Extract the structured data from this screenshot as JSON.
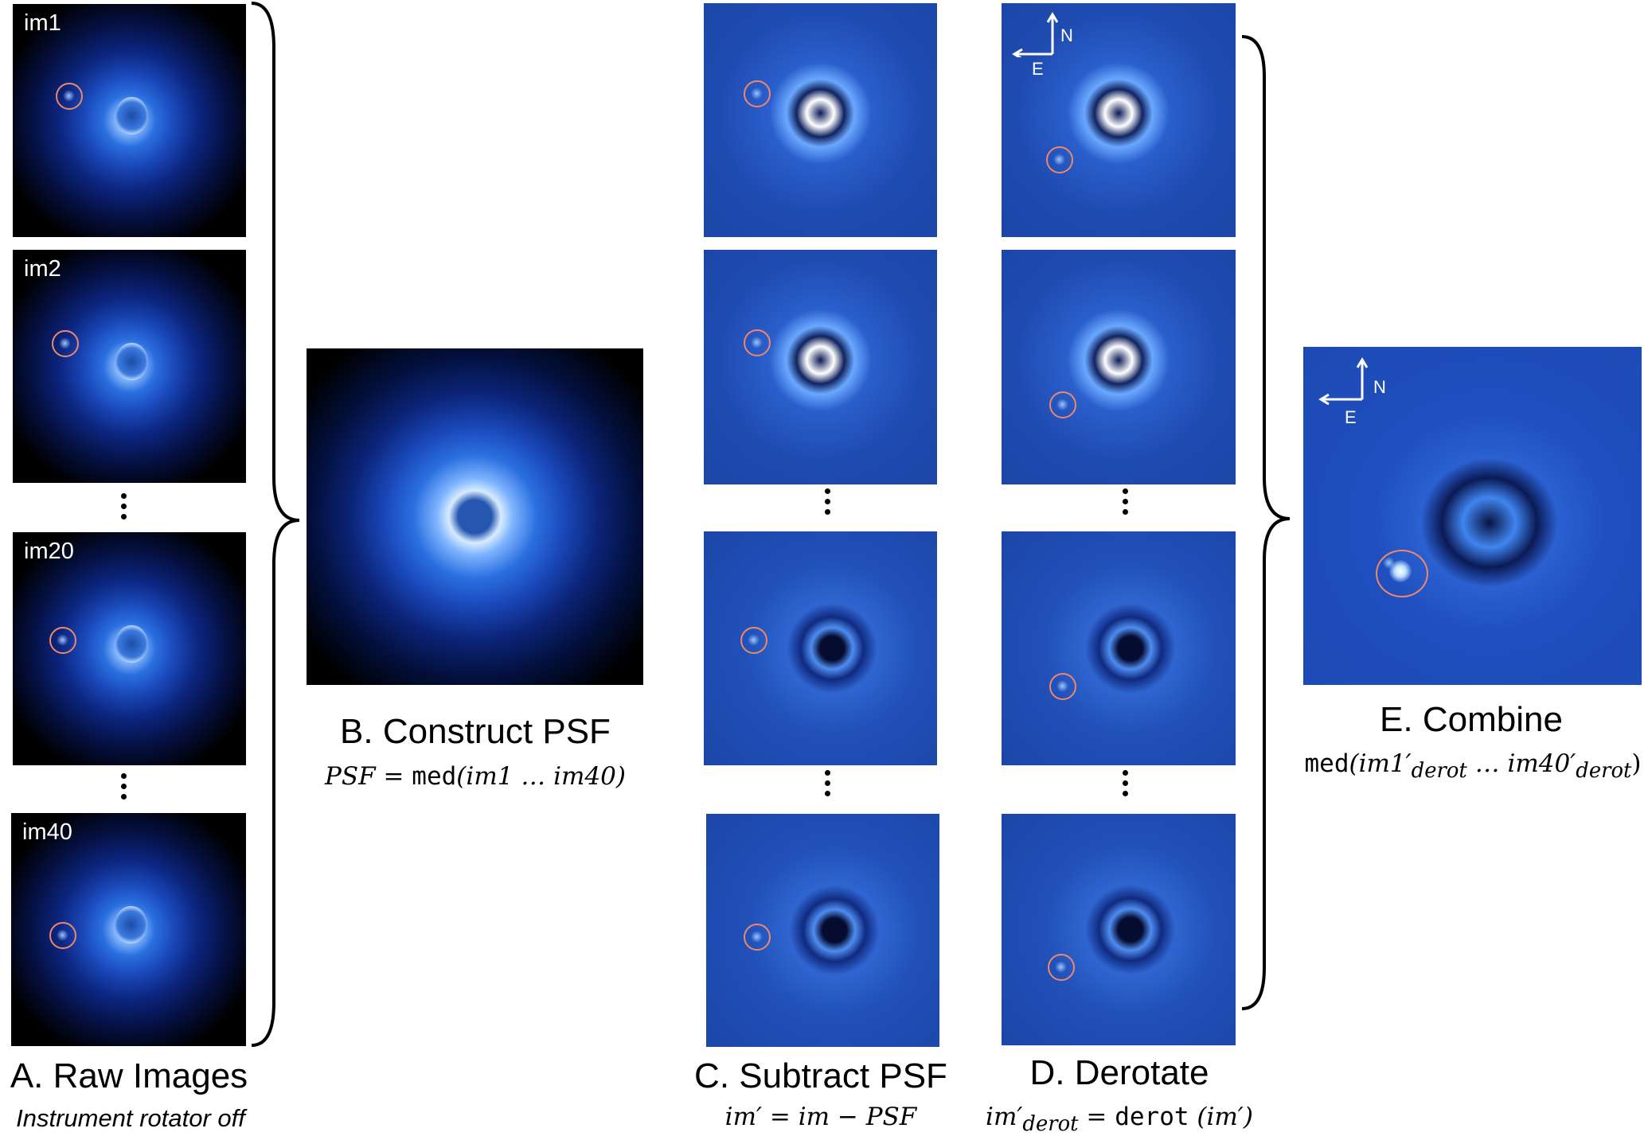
{
  "panel_a": {
    "title": "A. Raw Images",
    "subtitle": "Instrument rotator off",
    "frames": [
      "im1",
      "im2",
      "im20",
      "im40"
    ]
  },
  "panel_b": {
    "title": "B. Construct PSF",
    "formula_lhs": "PSF",
    "formula_eq": " = ",
    "formula_fn": "med",
    "formula_args": "(im1 … im40)"
  },
  "panel_c": {
    "title": "C. Subtract PSF",
    "formula": "im′ = im − PSF"
  },
  "panel_d": {
    "title": "D. Derotate",
    "formula_lhs": "im′",
    "formula_sub": "derot",
    "formula_eq": " = ",
    "formula_fn": "derot",
    "formula_args": " (im′)"
  },
  "panel_e": {
    "title": "E. Combine",
    "formula_fn": "med",
    "formula_args_1": "(im1′",
    "formula_sub_1": "derot",
    "formula_mid": " … im40′",
    "formula_sub_2": "derot",
    "formula_end": ")"
  },
  "compass": {
    "north": "N",
    "east": "E"
  },
  "colors": {
    "marker": "#f0876a",
    "image_blue": "#1f4fbf"
  }
}
